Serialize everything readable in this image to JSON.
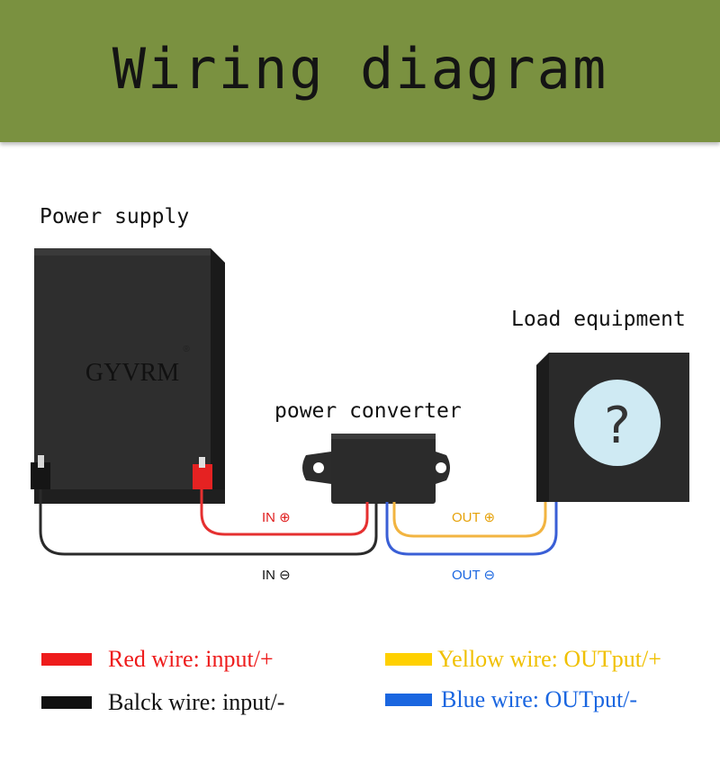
{
  "header": {
    "title": "Wiring diagram",
    "bg_color": "#7a9140"
  },
  "labels": {
    "power_supply": "Power supply",
    "power_converter": "power converter",
    "load_equipment": "Load equipment",
    "brand": "GYVRM",
    "registered_mark": "®",
    "unknown_load": "?"
  },
  "wire_labels": {
    "in_plus": "IN ⊕",
    "in_minus": "IN ⊖",
    "out_plus": "OUT ⊕",
    "out_minus": "OUT ⊖"
  },
  "legend": [
    {
      "text": "Red wire: input/+",
      "color": "#ee1c1c"
    },
    {
      "text": "Balck wire: input/-",
      "color": "#111111"
    },
    {
      "text": "Yellow wire: OUTput/+",
      "color": "#ffd000"
    },
    {
      "text": "Blue wire: OUTput/-",
      "color": "#1a66e0"
    }
  ],
  "colors": {
    "red_wire": "#e53030",
    "black_wire": "#2a2a2a",
    "yellow_wire": "#f2b441",
    "blue_wire": "#3a5fd6",
    "device_body": "#2b2b2b",
    "load_screen": "#cfeaf3"
  }
}
